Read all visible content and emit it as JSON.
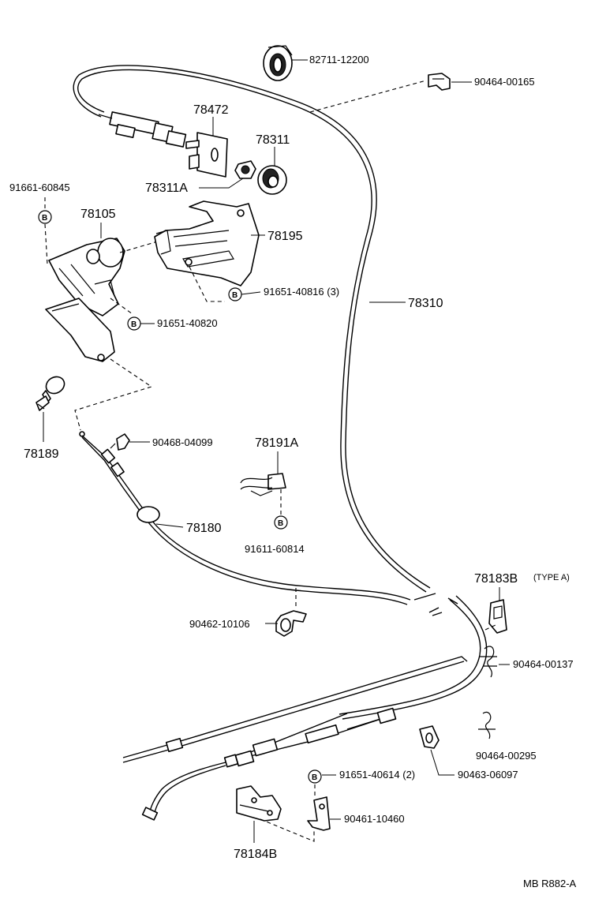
{
  "labels": {
    "p82711": "82711-12200",
    "p90464_00165": "90464-00165",
    "p78472": "78472",
    "p78311": "78311",
    "p78311A": "78311A",
    "p91661_60845": "91661-60845",
    "p78105": "78105",
    "p78195": "78195",
    "p91651_40816": "91651-40816 (3)",
    "p78310": "78310",
    "p91651_40820": "91651-40820",
    "p78189": "78189",
    "p90468_04099": "90468-04099",
    "p78191A": "78191A",
    "p78180": "78180",
    "p91611_60814": "91611-60814",
    "p78183B": "78183B",
    "type_a": "(TYPE A)",
    "p90462_10106": "90462-10106",
    "p90464_00137": "90464-00137",
    "p90464_00295": "90464-00295",
    "p91651_40614": "91651-40614 (2)",
    "p90463_06097": "90463-06097",
    "p90461_10460": "90461-10460",
    "p78184B": "78184B",
    "ref_code": "MB  R882-A"
  },
  "bolt_symbol": "B"
}
